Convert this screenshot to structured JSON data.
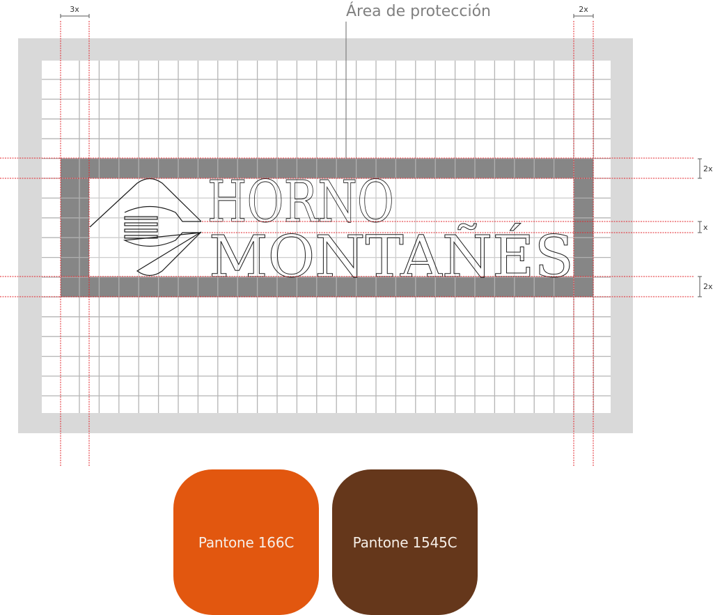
{
  "title": "Área de protección",
  "logo": {
    "line1": "HORNO",
    "line2": "MONTAÑÉS",
    "symbol": "fork-in-diamond"
  },
  "dimensions": {
    "left_margin": "3x",
    "right_margin": "2x",
    "top_margin": "2x",
    "line_gap": "x",
    "bottom_margin": "2x"
  },
  "colors": {
    "outer_frame": "#d9d9d9",
    "protection_band": "#868686",
    "grid_line": "#b4b4b4",
    "guide_line": "#e2242b",
    "pantone_166c": "#e2570f",
    "pantone_1545c": "#65371b"
  },
  "swatches": [
    {
      "label": "Pantone 166C",
      "color": "#e2570f"
    },
    {
      "label": "Pantone 1545C",
      "color": "#65371b"
    }
  ]
}
